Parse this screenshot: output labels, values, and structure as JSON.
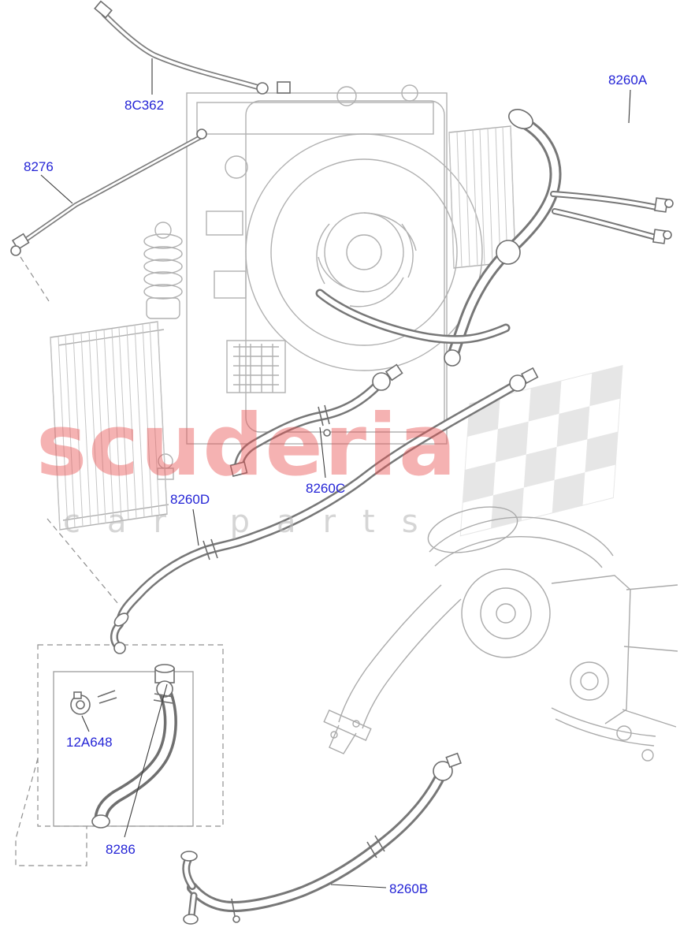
{
  "watermark": {
    "brand": "scuderia",
    "subtitle": "car parts",
    "brand_color": "#e85555",
    "subtitle_color": "#b9b9b9"
  },
  "part_labels": {
    "hose_8C362": "8C362",
    "pipe_8276": "8276",
    "hose_8260A": "8260A",
    "hose_8260C": "8260C",
    "hose_8260D": "8260D",
    "clamp_12A648": "12A648",
    "hose_8286": "8286",
    "hose_8260B": "8260B"
  },
  "colors": {
    "label_link": "#2424d6",
    "line_art": "#8a8a8a",
    "checkered_flag": "#cfcfcf"
  }
}
